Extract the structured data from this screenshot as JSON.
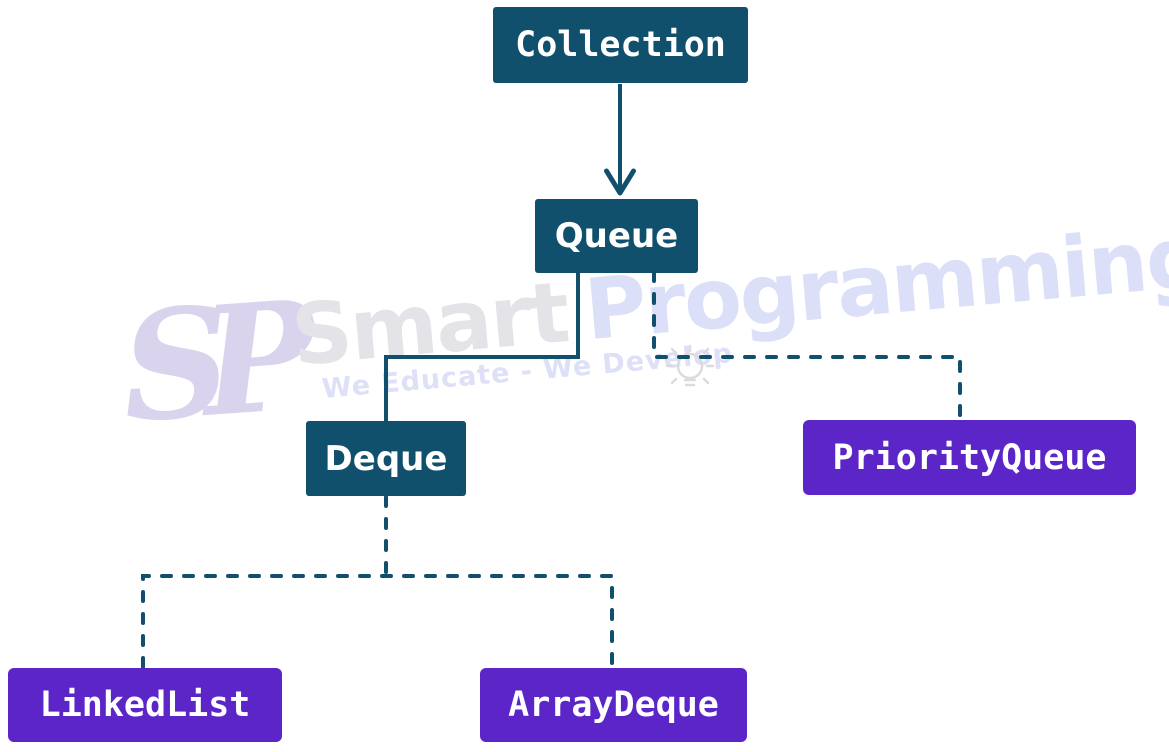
{
  "diagram": {
    "description": "Java Queue interface hierarchy diagram",
    "nodes": {
      "collection": {
        "label": "Collection",
        "kind": "interface"
      },
      "queue": {
        "label": "Queue",
        "kind": "interface"
      },
      "deque": {
        "label": "Deque",
        "kind": "interface"
      },
      "priorityqueue": {
        "label": "PriorityQueue",
        "kind": "class"
      },
      "linkedlist": {
        "label": "LinkedList",
        "kind": "class"
      },
      "arraydeque": {
        "label": "ArrayDeque",
        "kind": "class"
      }
    },
    "edges": [
      {
        "from": "Collection",
        "to": "Queue",
        "style": "solid-arrow"
      },
      {
        "from": "Queue",
        "to": "Deque",
        "style": "solid"
      },
      {
        "from": "Queue",
        "to": "PriorityQueue",
        "style": "dashed"
      },
      {
        "from": "Deque",
        "to": "LinkedList",
        "style": "dashed"
      },
      {
        "from": "Deque",
        "to": "ArrayDeque",
        "style": "dashed"
      }
    ],
    "colors": {
      "interface_box": "#11506d",
      "class_box": "#5c25c8",
      "connector": "#11506d",
      "label_text": "#ffffff",
      "background": "#ffffff"
    }
  },
  "watermark": {
    "logo_text": "SP",
    "brand_word1": "Smart",
    "brand_word2": "Programming",
    "tagline": "We Educate - We Develop",
    "colors": {
      "logo": "#d9d3ee",
      "brand_word1": "#e3e3e8",
      "brand_word2": "#dbdff7",
      "tagline": "#dde0f6",
      "bulb": "#dbdbdb"
    }
  }
}
